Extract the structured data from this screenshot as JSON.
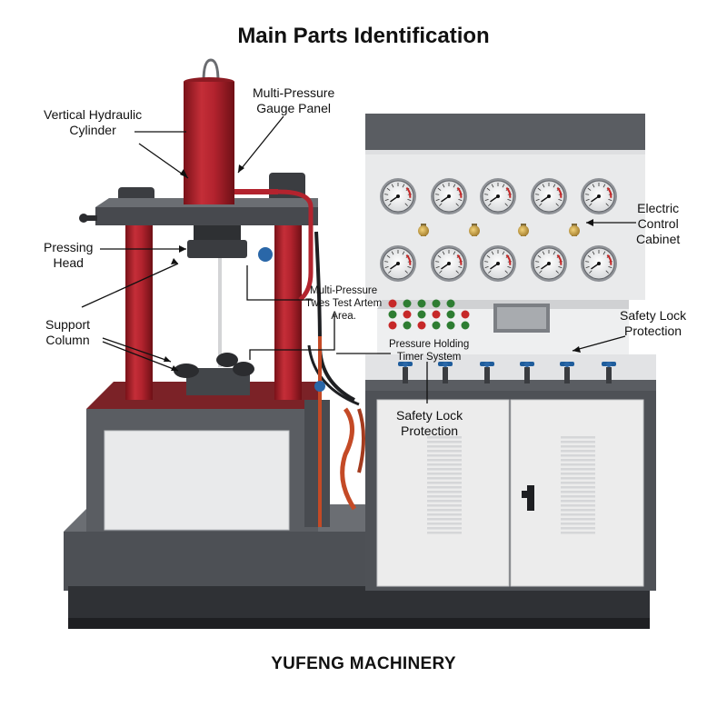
{
  "title": "Main Parts Identification",
  "footer": "YUFENG MACHINERY",
  "labels": {
    "vertical_cylinder": [
      "Vertical Hydraulic",
      "Cylinder"
    ],
    "gauge_panel": [
      "Multi-Pressure",
      "Gauge Panel"
    ],
    "electric_cabinet": [
      "Electric",
      "Control",
      "Cabinet"
    ],
    "pressing_head": [
      "Pressing",
      "Head"
    ],
    "multi_pressure_test": [
      "Multi-Pressure",
      "Twes Test Artem",
      "Area."
    ],
    "support_column": [
      "Support",
      "Column"
    ],
    "safety_lock_right": [
      "Safety Lock",
      "Protection"
    ],
    "timer_system": [
      "Pressure Holding",
      "Timer System"
    ],
    "safety_lock_center": [
      "Safety Lock",
      "Protection"
    ]
  },
  "colors": {
    "red": "#b3232e",
    "dark_gray": "#56595e",
    "panel_light": "#e6e7e9",
    "door_light": "#ececec"
  },
  "gauges": {
    "top_row": 5,
    "bottom_row": 5,
    "valves": 6
  }
}
